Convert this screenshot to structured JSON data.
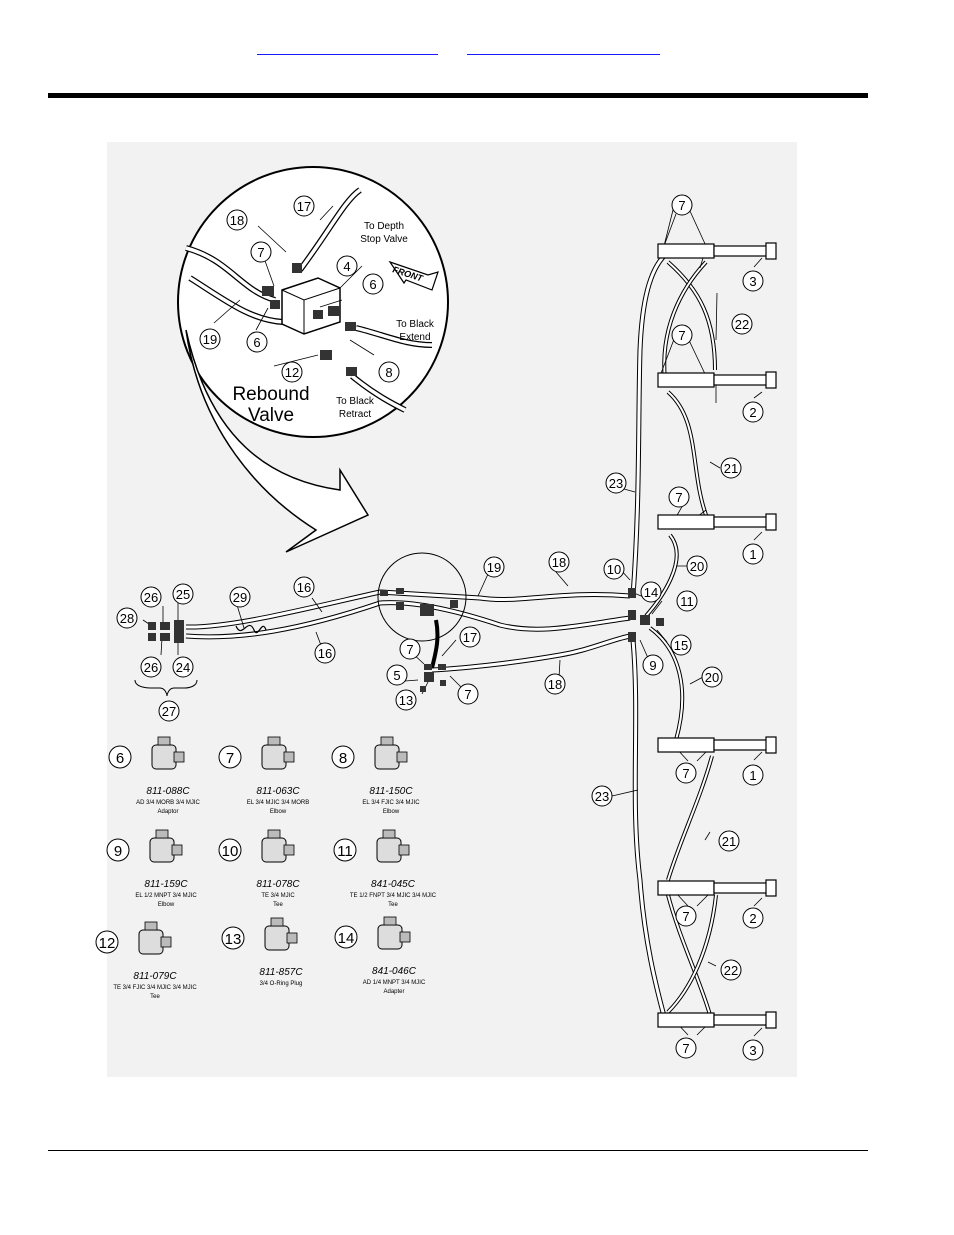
{
  "header": {
    "links": [
      "",
      ""
    ]
  },
  "detail": {
    "title_line1": "Rebound",
    "title_line2": "Valve",
    "labels": {
      "depth1": "To Depth",
      "depth2": "Stop Valve",
      "front": "FRONT",
      "extend1": "To Black",
      "extend2": "Extend",
      "retract1": "To Black",
      "retract2": "Retract"
    }
  },
  "callouts": {
    "d17": "17",
    "d18": "18",
    "d7": "7",
    "d4": "4",
    "d6a": "6",
    "d6b": "6",
    "d19": "19",
    "d12": "12",
    "d8": "8",
    "r7a": "7",
    "r3a": "3",
    "r22a": "22",
    "r7b": "7",
    "r2a": "2",
    "r21a": "21",
    "r23a": "23",
    "r7c": "7",
    "r1a": "1",
    "r20a": "20",
    "r10": "10",
    "r14": "14",
    "r11": "11",
    "r15": "15",
    "r9": "9",
    "r20b": "20",
    "r7d": "7",
    "r1b": "1",
    "r23b": "23",
    "r21b": "21",
    "r7e": "7",
    "r2b": "2",
    "r22b": "22",
    "r7f": "7",
    "r3b": "3",
    "l26a": "26",
    "l25": "25",
    "l28": "28",
    "l29": "29",
    "l16a": "16",
    "l16b": "16",
    "l26b": "26",
    "l24": "24",
    "l27": "27",
    "m19": "19",
    "m18a": "18",
    "m17": "17",
    "m7a": "7",
    "m5": "5",
    "m13": "13",
    "m7b": "7",
    "m18b": "18"
  },
  "parts": [
    {
      "num": "6",
      "part": "811-088C",
      "desc": "AD 3/4 MORB 3/4 MJIC",
      "name": "Adaptor"
    },
    {
      "num": "7",
      "part": "811-063C",
      "desc": "EL 3/4 MJIC 3/4 MORB",
      "name": "Elbow"
    },
    {
      "num": "8",
      "part": "811-150C",
      "desc": "EL 3/4 FJIC 3/4 MJIC",
      "name": "Elbow"
    },
    {
      "num": "9",
      "part": "811-159C",
      "desc": "EL 1/2 MNPT 3/4 MJIC",
      "name": "Elbow"
    },
    {
      "num": "10",
      "part": "811-078C",
      "desc": "TE 3/4 MJIC",
      "name": "Tee"
    },
    {
      "num": "11",
      "part": "841-045C",
      "desc": "TE 1/2 FNPT 3/4 MJIC 3/4 MJIC",
      "name": "Tee"
    },
    {
      "num": "12",
      "part": "811-079C",
      "desc": "TE 3/4 FJIC 3/4 MJIC 3/4 MJIC",
      "name": "Tee"
    },
    {
      "num": "13",
      "part": "811-857C",
      "desc": "3/4 O-Ring Plug",
      "name": ""
    },
    {
      "num": "14",
      "part": "841-046C",
      "desc": "AD 1/4 MNPT 3/4 MJIC",
      "name": "Adapter"
    }
  ]
}
